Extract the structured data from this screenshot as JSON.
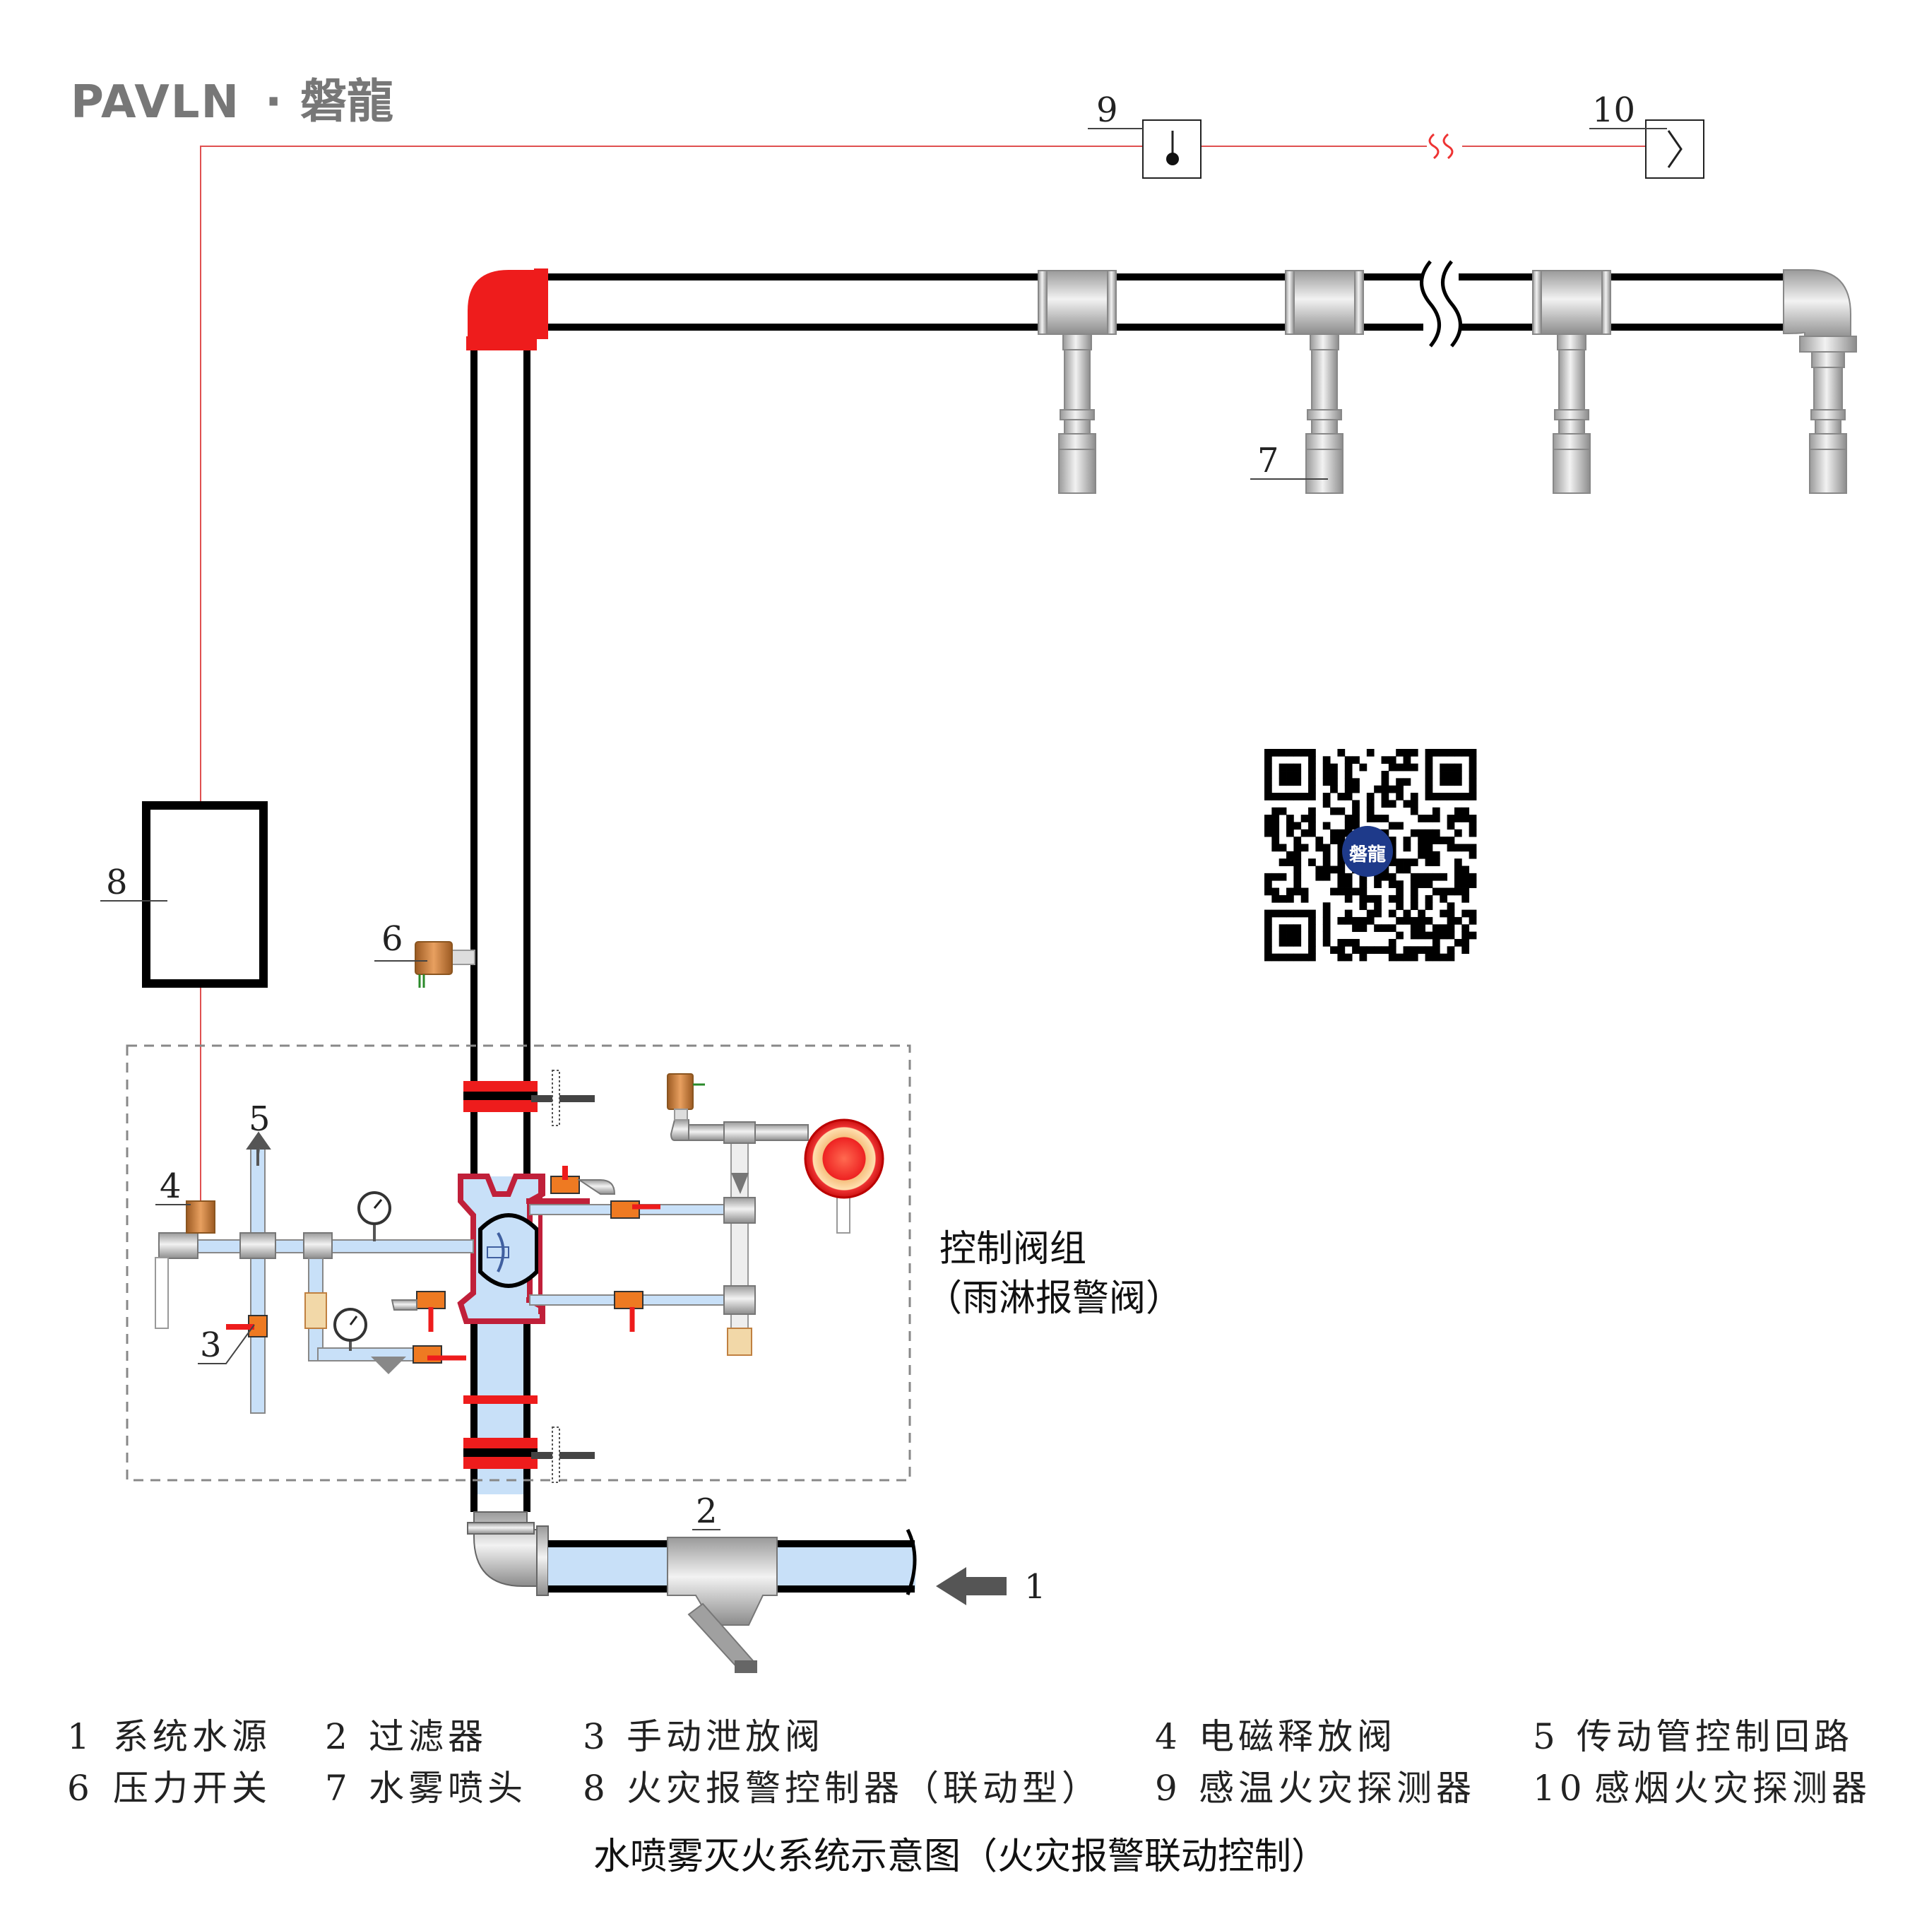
{
  "brand": {
    "logo_text": "PAVLN",
    "logo_dot": "·",
    "logo_chinese": "磐龍",
    "qr_center_text": "磐龍"
  },
  "callouts": {
    "c1": "1",
    "c2": "2",
    "c3": "3",
    "c4": "4",
    "c5": "5",
    "c6": "6",
    "c7": "7",
    "c8": "8",
    "c9": "9",
    "c10": "10"
  },
  "control_group": {
    "label_line1": "控制阀组",
    "label_line2": "（雨淋报警阀）"
  },
  "legend": [
    {
      "num": "1",
      "text": "系统水源"
    },
    {
      "num": "2",
      "text": "过滤器"
    },
    {
      "num": "3",
      "text": "手动泄放阀"
    },
    {
      "num": "4",
      "text": "电磁释放阀"
    },
    {
      "num": "5",
      "text": "传动管控制回路"
    },
    {
      "num": "6",
      "text": "压力开关"
    },
    {
      "num": "7",
      "text": "水雾喷头"
    },
    {
      "num": "8",
      "text": "火灾报警控制器（联动型）"
    },
    {
      "num": "9",
      "text": "感温火灾探测器"
    },
    {
      "num": "10",
      "text": "感烟火灾探测器"
    }
  ],
  "title": "水喷雾灭火系统示意图（火灾报警联动控制）",
  "colors": {
    "pipe_outline": "#000000",
    "water_fill": "#c8e0f8",
    "flange_red": "#ee1c1c",
    "signal_wire": "#e05050",
    "fitting_grey": "#c8c8c8",
    "valve_orange": "#ee7a22",
    "switch_bronze": "#c9803a",
    "logo_grey": "#777777",
    "qr_badge_blue": "#1e3a8a"
  }
}
